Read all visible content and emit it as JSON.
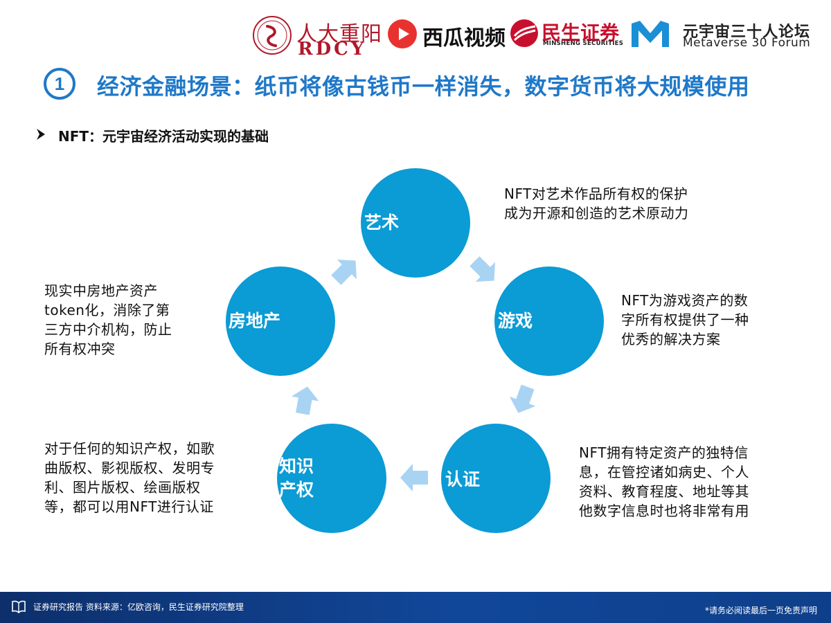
{
  "header": {
    "rdcy_cn": "人大重阳",
    "rdcy_en": "RDCY",
    "xigua": "西瓜视频",
    "minsheng_cn": "民生证券",
    "minsheng_en": "MINSHENG SECURITIES",
    "forum_cn": "元宇宙三十人论坛",
    "forum_en": "Metaverse 30 Forum"
  },
  "title": {
    "number": "1",
    "text": "经济金融场景：纸币将像古钱币一样消失，数字货币将大规模使用"
  },
  "subtitle": "NFT：元宇宙经济活动实现的基础",
  "colors": {
    "circle": "#0b9bd5",
    "arrow": "#a9d3f3",
    "title": "#1f78c8",
    "footer": "#114799"
  },
  "nodes": [
    {
      "label": "艺术",
      "desc": "NFT对艺术作品所有权的保护\n成为开源和创造的艺术原动力"
    },
    {
      "label": "游戏",
      "desc": "NFT为游戏资产的数\n字所有权提供了一种\n优秀的解决方案"
    },
    {
      "label": "认证",
      "desc": "NFT拥有特定资产的独特信\n息，在管控诸如病史、个人\n资料、教育程度、地址等其\n他数字信息时也将非常有用"
    },
    {
      "label": "知识\n产权",
      "desc": "对于任何的知识产权，如歌\n曲版权、影视版权、发明专\n利、图片版权、绘画版权\n等，都可以用NFT进行认证"
    },
    {
      "label": "房地产",
      "desc": "现实中房地产资产\ntoken化，消除了第\n三方中介机构，防止\n所有权冲突"
    }
  ],
  "footer": {
    "left": "证券研究报告   资料来源：亿欧咨询，民生证券研究院整理",
    "right": "*请务必阅读最后一页免责声明"
  }
}
